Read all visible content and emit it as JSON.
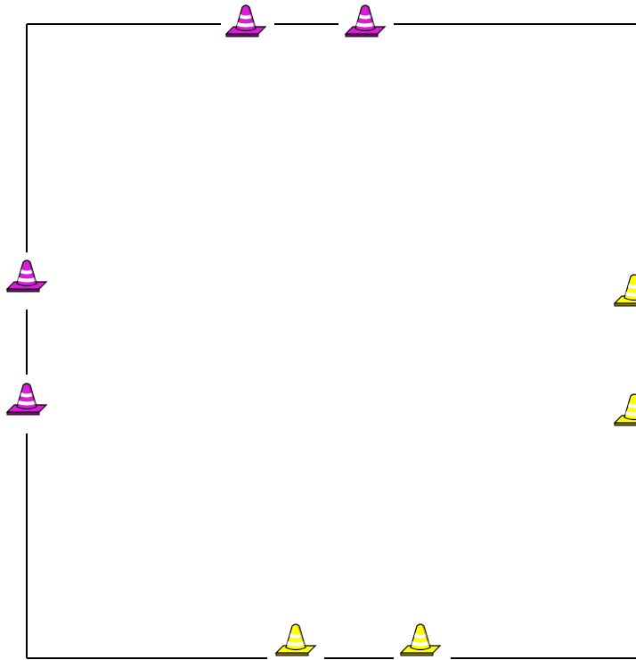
{
  "field": {
    "line_color": "#000000",
    "background": "#ffffff",
    "sides": [
      "top",
      "left",
      "right",
      "bottom"
    ]
  },
  "cones": [
    {
      "id": "top-1",
      "side": "top",
      "color": "magenta",
      "icon": "traffic-cone-icon"
    },
    {
      "id": "top-2",
      "side": "top",
      "color": "magenta",
      "icon": "traffic-cone-icon"
    },
    {
      "id": "left-1",
      "side": "left",
      "color": "magenta",
      "icon": "traffic-cone-icon"
    },
    {
      "id": "left-2",
      "side": "left",
      "color": "magenta",
      "icon": "traffic-cone-icon"
    },
    {
      "id": "right-1",
      "side": "right",
      "color": "yellow",
      "icon": "traffic-cone-icon"
    },
    {
      "id": "right-2",
      "side": "right",
      "color": "yellow",
      "icon": "traffic-cone-icon"
    },
    {
      "id": "bottom-1",
      "side": "bottom",
      "color": "yellow",
      "icon": "traffic-cone-icon"
    },
    {
      "id": "bottom-2",
      "side": "bottom",
      "color": "yellow",
      "icon": "traffic-cone-icon"
    }
  ],
  "colors": {
    "magenta": {
      "main": "#d81ed8",
      "dark": "#7a0a7a",
      "stripe": "#ffffff"
    },
    "yellow": {
      "main": "#ffff00",
      "dark": "#8a7a00",
      "stripe": "#ffffff"
    }
  }
}
